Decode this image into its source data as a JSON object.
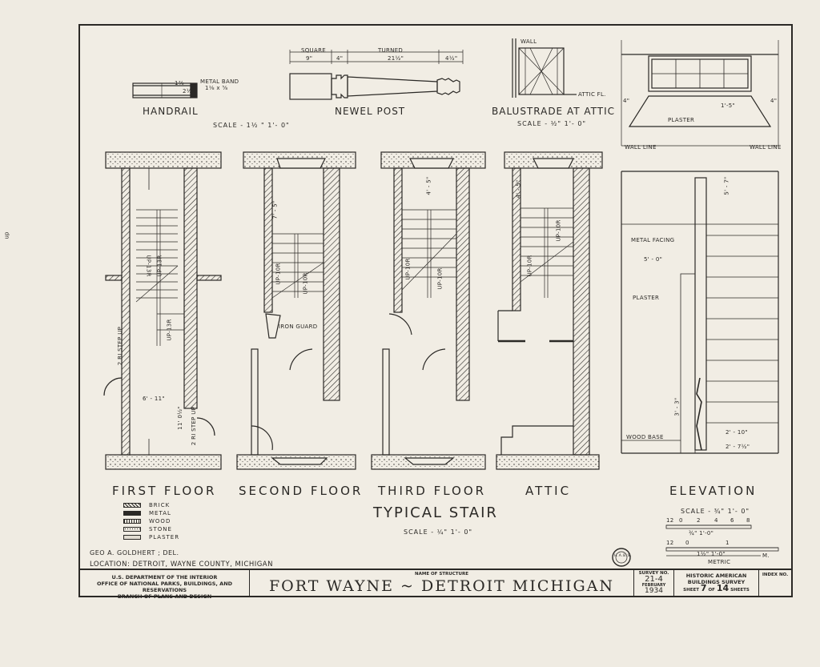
{
  "side_mark": "up",
  "details": {
    "handrail": {
      "title": "HANDRAIL",
      "note": "METAL BAND",
      "note_dim": "1⅛ x ⅝",
      "dims": [
        "1⅞",
        "2½"
      ]
    },
    "newel_post": {
      "title": "NEWEL POST",
      "dim_labels": [
        "SQUARE",
        "TURNED"
      ],
      "dims": [
        "9\"",
        "4\"",
        "21½\"",
        "4½\""
      ]
    },
    "balustrade": {
      "title": "BALUSTRADE AT ATTIC",
      "notes": [
        "WALL",
        "ATTIC FL."
      ]
    },
    "details_scale": "SCALE - 1½ \" 1'- 0\"",
    "balustrade_scale": "SCALE - ½\" 1'- 0\"",
    "window_elevation": {
      "notes": [
        "PLASTER",
        "WALL LINE",
        "WALL LINE"
      ],
      "dims": [
        "4\"",
        "1'-5\"",
        "4\""
      ]
    }
  },
  "plans": {
    "first_floor": {
      "label": "FIRST FLOOR",
      "notes": [
        "UP-13R",
        "UP-13R",
        "2 RI STEP UP",
        "UP-13R",
        "2 RI STEP UP"
      ],
      "dims": [
        "6' - 11\"",
        "11' 0½\""
      ]
    },
    "second_floor": {
      "label": "SECOND FLOOR",
      "notes": [
        "UP-10R",
        "UP-10R",
        "IRON GUARD"
      ],
      "dims": [
        "7' - 5\""
      ]
    },
    "third_floor": {
      "label": "THIRD FLOOR",
      "notes": [
        "UP-10R",
        "UP-10R"
      ],
      "dims": [
        "4' - 5\""
      ]
    },
    "attic": {
      "label": "ATTIC",
      "notes": [
        "UP-10R",
        "UP-10R"
      ],
      "dims": [
        "4' - 5\""
      ]
    }
  },
  "elevation": {
    "label": "ELEVATION",
    "notes": [
      "METAL FACING",
      "PLASTER",
      "WOOD BASE"
    ],
    "dims": [
      "5' - 0\"",
      "5' - 7\"",
      "3' - 3\"",
      "2' - 10\"",
      "2' - 7½\""
    ],
    "scale": "SCALE - ¾\" 1'- 0\""
  },
  "typical_stair": {
    "title": "TYPICAL STAIR",
    "scale": "SCALE - ¼\" 1'- 0\""
  },
  "legend": {
    "items": [
      "BRICK",
      "METAL",
      "WOOD",
      "STONE",
      "PLASTER"
    ]
  },
  "graphic_scale": {
    "ticks_top": [
      "12",
      "0",
      "2",
      "4",
      "6",
      "8"
    ],
    "ticks_bottom": [
      "12",
      "0",
      "1"
    ],
    "scale_a": "¾\" 1'-0\"",
    "scale_b": "1½\" 1'-0\"",
    "unit": "M.",
    "metric_label": "METRIC"
  },
  "stamp": "H.A.B.S.",
  "delineator": "GEO  A.  GOLDHERT ;  DEL.",
  "location": "LOCATION: DETROIT,  WAYNE  COUNTY,  MICHIGAN",
  "title_block": {
    "agency_lines": [
      "U.S. DEPARTMENT OF THE INTERIOR",
      "OFFICE OF NATIONAL PARKS, BUILDINGS, AND RESERVATIONS",
      "BRANCH OF PLANS AND DESIGN"
    ],
    "structure_label": "NAME OF STRUCTURE",
    "structure_name": "FORT  WAYNE ~ DETROIT  MICHIGAN",
    "survey_label": "SURVEY NO.",
    "survey_no": "21-4",
    "survey_month": "FEBRUARY",
    "survey_year": "1934",
    "habs_lines": [
      "HISTORIC AMERICAN",
      "BUILDINGS SURVEY"
    ],
    "sheet_word": "SHEET",
    "sheet_no": "7",
    "of_word": "OF",
    "sheet_total": "14",
    "sheets_word": "SHEETS",
    "index_label": "INDEX NO."
  }
}
